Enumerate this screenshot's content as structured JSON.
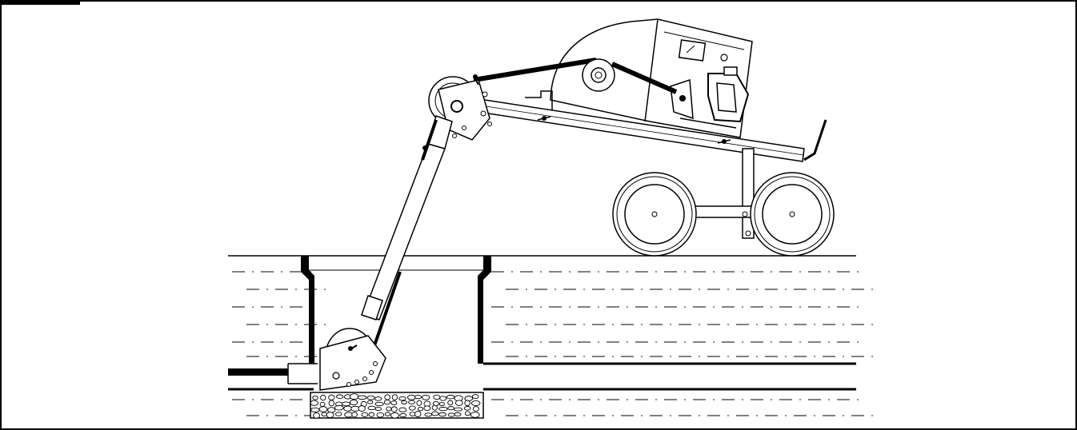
{
  "diagram": {
    "subject": "sewer-cleaning-machine-with-boom-in-manhole",
    "colors": {
      "ink": "#000000",
      "paper": "#ffffff"
    },
    "parts": [
      "frame-border",
      "corner-tab",
      "ground-surface",
      "soil-texture",
      "manhole-shaft",
      "manhole-rim",
      "sewer-pipe",
      "gravel-bed",
      "machine-body",
      "motor-housing",
      "gauge-icon",
      "drive-belt",
      "boom-arm",
      "telescoping-mast",
      "mast-cable",
      "bottom-pulley",
      "top-pulley",
      "handle-bar",
      "wheel-front",
      "wheel-rear",
      "axle-stand"
    ]
  }
}
